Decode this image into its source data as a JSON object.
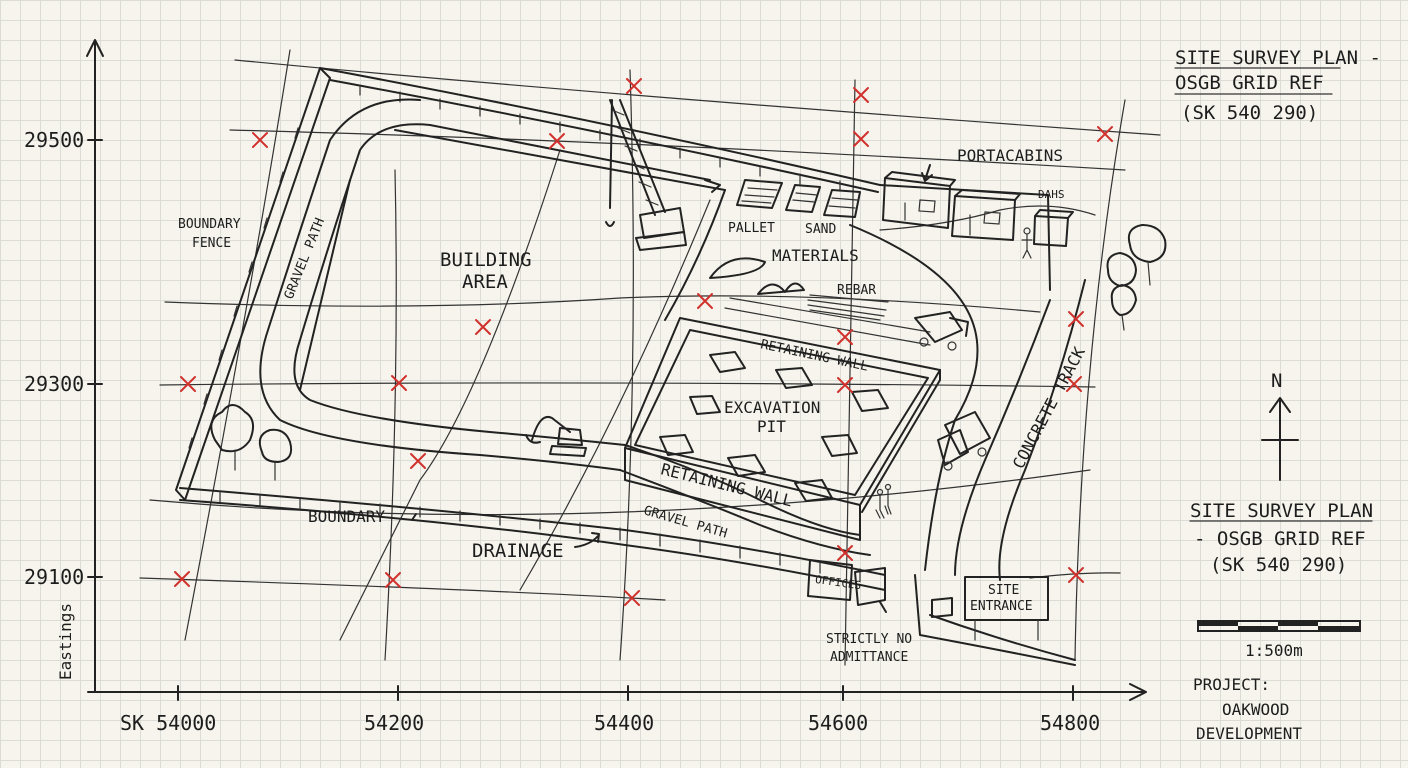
{
  "title_top": [
    "SITE SURVEY PLAN -",
    "OSGB GRID REF",
    "(SK 540 290)"
  ],
  "title_bottom": [
    "SITE SURVEY PLAN",
    "- OSGB GRID REF",
    "(SK 540 290)"
  ],
  "axes": {
    "y_label": "Eastings",
    "y_ticks": [
      "29500",
      "29300",
      "29100"
    ],
    "x_ticks": [
      "SK 54000",
      "54200",
      "54400",
      "54600",
      "54800"
    ]
  },
  "labels": {
    "boundary_fence": [
      "BOUNDARY",
      "FENCE"
    ],
    "gravel_path_left": "GRAVEL PATH",
    "building_area": [
      "BUILDING",
      "AREA"
    ],
    "materials": "MATERIALS",
    "pallet": "PALLET",
    "sand": "SAND",
    "rebar": "REBAR",
    "portacabins": "PORTACABINS",
    "dahs": "DAHS",
    "retaining_wall_top": "RETAINING WALL",
    "excavation_pit": [
      "EXCAVATION",
      "PIT"
    ],
    "retaining_wall_bottom": "RETAINING WALL",
    "gravel_path_bottom": "GRAVEL PATH",
    "boundary": "BOUNDARY",
    "drainage": "DRAINAGE",
    "concrete_track": "CONCRETE TRACK",
    "site_entrance": [
      "SITE",
      "ENTRANCE"
    ],
    "strictly_no": [
      "STRICTLY NO",
      "ADMITTANCE"
    ],
    "offices": "OFFICES"
  },
  "north": "N",
  "scale": "1:500m",
  "project": [
    "PROJECT:",
    "OAKWOOD",
    "DEVELOPMENT"
  ],
  "colors": {
    "ink": "#222222",
    "marker": "#d0312d",
    "paper": "#f6f4ec",
    "grid": "#dcdcd6"
  }
}
